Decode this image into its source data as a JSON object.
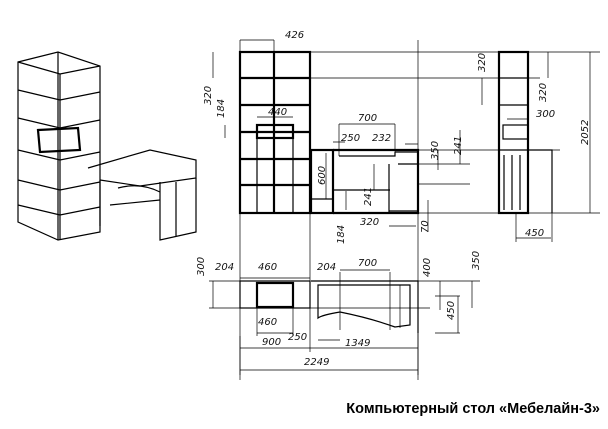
{
  "title": "Компьютерный стол «Мебелайн-3»",
  "dimensions": {
    "front": {
      "cabinet_width": "426",
      "shelf_height": "320",
      "drawer_height": "184",
      "drawer_width": "440",
      "desk_depth_top": "700",
      "desk_left_gap": "250",
      "desk_right_gap": "232",
      "desk_height": "600",
      "right_upper": "350",
      "right_241": "241",
      "mid_241": "241",
      "bottom_320": "320",
      "bottom_184": "184",
      "plinth": "70"
    },
    "side": {
      "shelf_top": "320",
      "shelf_second": "320",
      "drawer_depth": "300",
      "total_height": "2052",
      "desk_depth": "450"
    },
    "top": {
      "cabinet_depth": "300",
      "left_204": "204",
      "cabinet_460": "460",
      "right_204": "204",
      "desk_700": "700",
      "depth_400": "400",
      "depth_350": "350",
      "lower_460": "460",
      "depth_450": "450",
      "cabinet_width_900": "900",
      "gap_250": "250",
      "desk_width_1349": "1349",
      "total_width_2249": "2249"
    }
  }
}
